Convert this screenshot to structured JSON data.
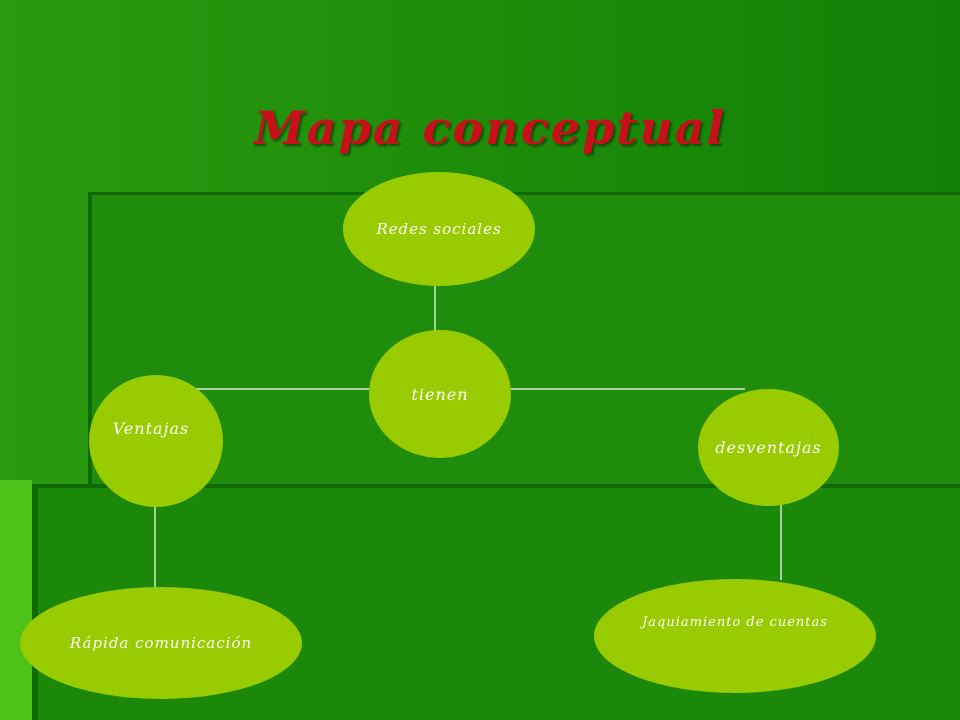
{
  "title": "Mapa conceptual",
  "colors": {
    "title": "#c8101a",
    "node_fill": "#99cc00",
    "node_text": "#ffffff",
    "link_line": "#ffffff"
  },
  "nodes": {
    "center": "tienen",
    "top": "Redes sociales",
    "left": "Ventajas",
    "right": "desventajas",
    "bottom_left": "Rápida comunicación",
    "bottom_right": "Jaquiamiento de cuentas"
  }
}
